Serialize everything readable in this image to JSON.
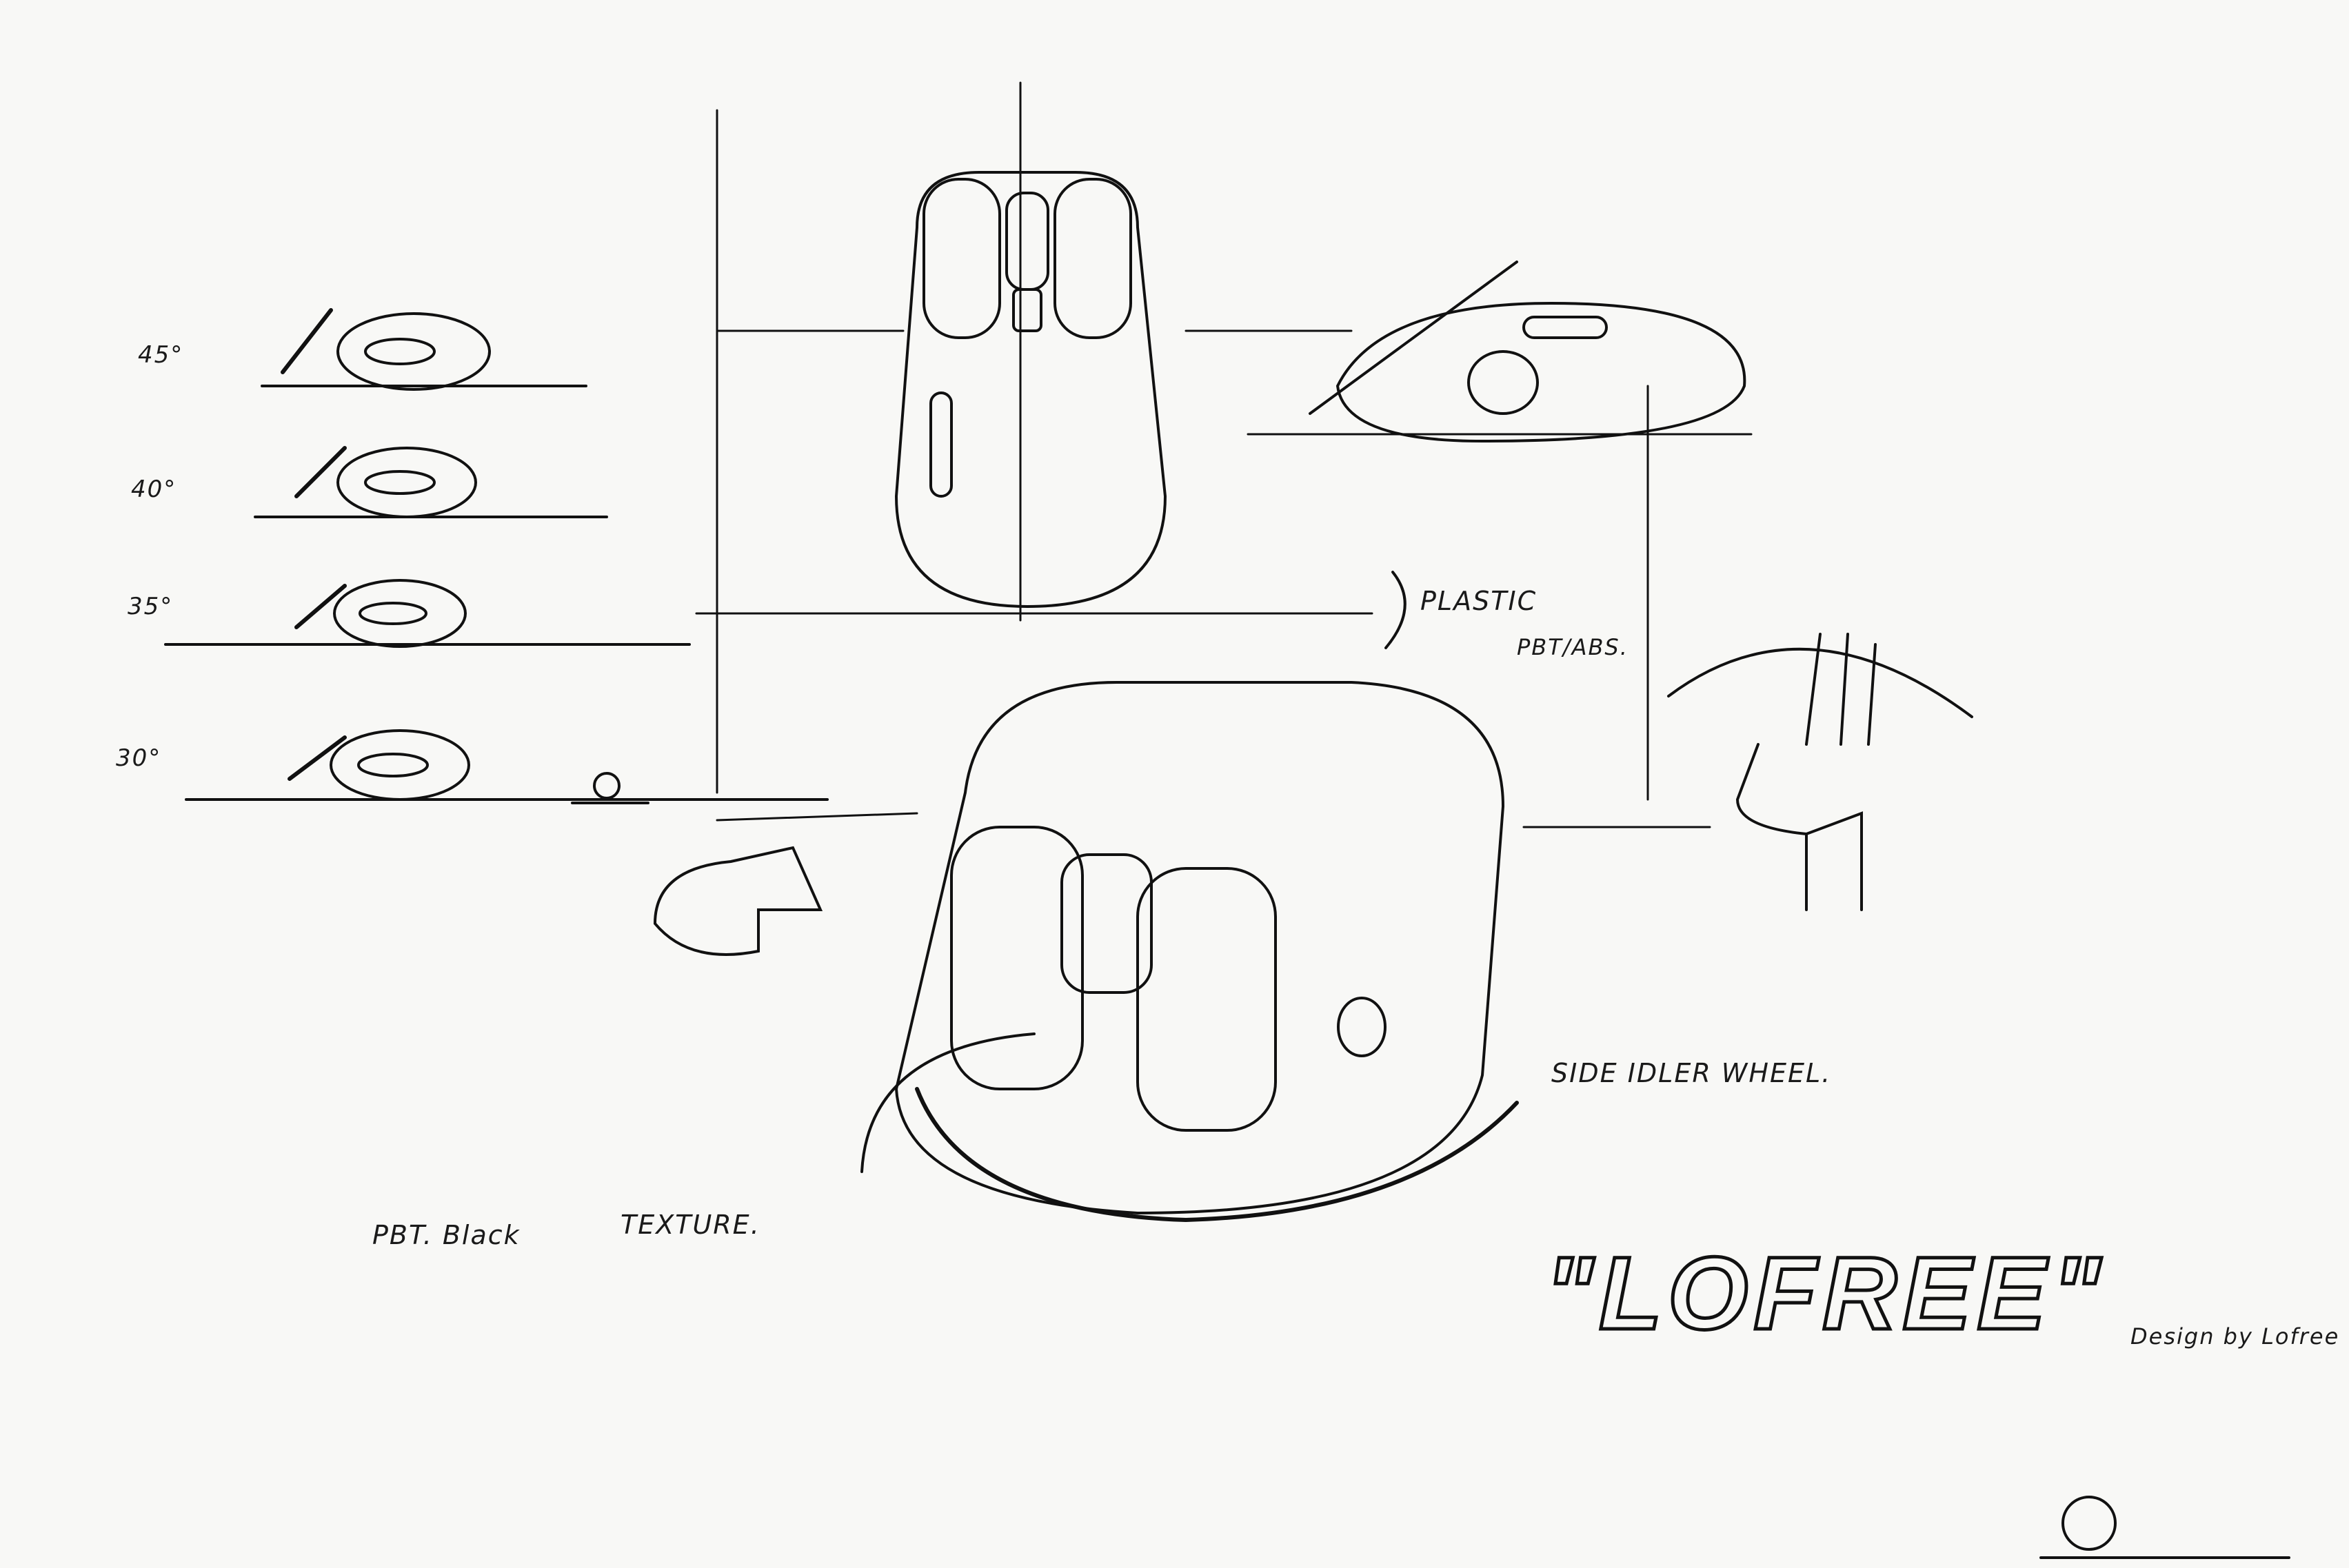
{
  "sketch": {
    "subject": "Computer mouse concept sketch",
    "colors": {
      "paper": "#f8f8f6",
      "ink": "#111111"
    },
    "angle_views": [
      {
        "label": "45°"
      },
      {
        "label": "40°"
      },
      {
        "label": "35°"
      },
      {
        "label": "30°"
      }
    ],
    "annotations": {
      "plastic": "PLASTIC",
      "material": "PBT/ABS.",
      "side_wheel": "SIDE IDLER WHEEL.",
      "pbt_black": "PBT. Black",
      "texture": "TEXTURE."
    },
    "branding": {
      "logo": "\"LOFREE\"",
      "signature": "Design by Lofree"
    }
  }
}
